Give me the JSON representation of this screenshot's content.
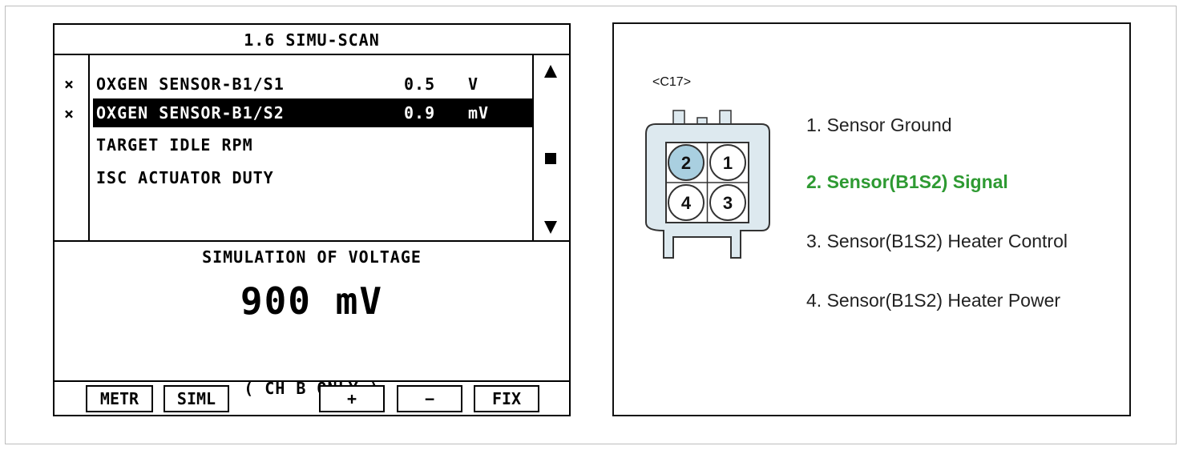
{
  "scanner": {
    "title": "1.6 SIMU-SCAN",
    "rows": [
      {
        "marker": "×",
        "name": "OXGEN SENSOR-B1/S1",
        "value": "0.5",
        "unit": "V",
        "selected": false
      },
      {
        "marker": "×",
        "name": "OXGEN SENSOR-B1/S2",
        "value": "0.9",
        "unit": "mV",
        "selected": true
      },
      {
        "marker": "",
        "name": "TARGET IDLE RPM",
        "value": "",
        "unit": "",
        "selected": false
      },
      {
        "marker": "",
        "name": "ISC ACTUATOR DUTY",
        "value": "",
        "unit": "",
        "selected": false
      }
    ],
    "simulation_title": "SIMULATION OF VOLTAGE",
    "simulation_value": "900 mV",
    "simulation_note": "( CH B ONLY )",
    "function_keys": [
      "METR",
      "SIML",
      "+",
      "−",
      "FIX"
    ]
  },
  "connector": {
    "tag": "<C17>",
    "pins": [
      "1",
      "2",
      "3",
      "4"
    ],
    "highlighted_pin": "2",
    "pin_highlight_color": "#a9cfe0",
    "housing_color": "#dde9ef",
    "legend": [
      {
        "text": "1. Sensor Ground",
        "highlight": false
      },
      {
        "text": "2. Sensor(B1S2) Signal",
        "highlight": true
      },
      {
        "text": "3. Sensor(B1S2) Heater Control",
        "highlight": false
      },
      {
        "text": "4. Sensor(B1S2) Heater Power",
        "highlight": false
      }
    ],
    "highlight_color": "#2e9a32"
  }
}
